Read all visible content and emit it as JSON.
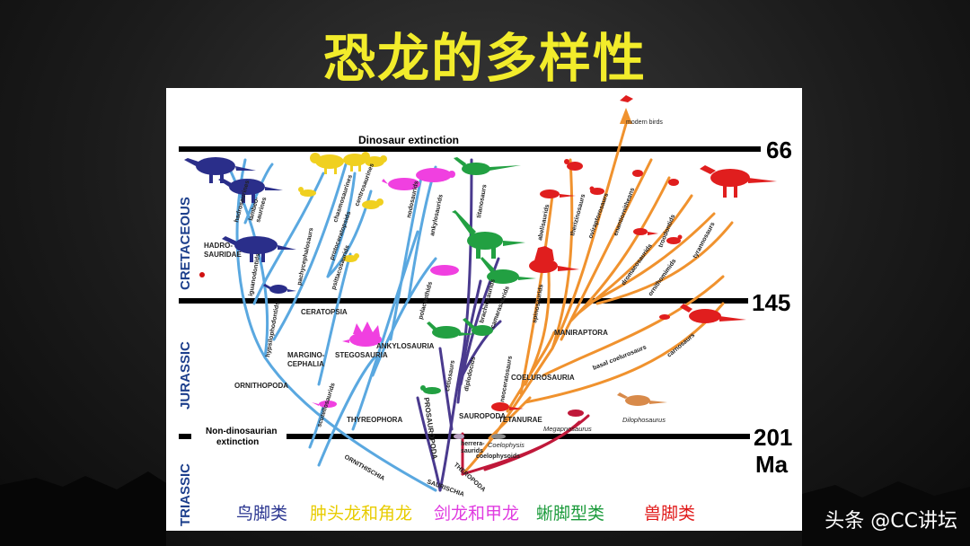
{
  "title": "恐龙的多样性",
  "periods": [
    "CRETACEOUS",
    "JURASSIC",
    "TRIASSIC"
  ],
  "time_marks": {
    "m66": "66",
    "m145": "145",
    "m201": "201",
    "unit": "Ma"
  },
  "events": {
    "extinction": "Dinosaur extinction",
    "non_dino_1": "Non-dinosaurian",
    "non_dino_2": "extinction",
    "modern_birds": "modern birds"
  },
  "groups": {
    "hadrosaurines": "hadrosaurines",
    "lambeo_1": "lambeo-",
    "lambeo_2": "saurines",
    "hadrosauridae_1": "HADRO-",
    "hadrosauridae_2": "SAURIDAE",
    "iguanodontids": "iguanodontids",
    "hypsilophodontids": "hypsilophodontids",
    "pachycephalosaurs": "pachycephalosaurs",
    "chasmosaurines": "chasmosaurines",
    "centrosaurines": "centrosaurines",
    "protoceratopsids": "protoceratopsids",
    "psittacosaurids": "psittacosaurids",
    "ceratopsia": "CERATOPSIA",
    "margino_1": "MARGINO-",
    "margino_2": "CEPHALIA",
    "ornithopoda": "ORNITHOPODA",
    "nodosaurids": "nodosaurids",
    "ankylosaurids": "ankylosaurids",
    "polacanthids": "polacanthids",
    "ankylosauria": "ANKYLOSAURIA",
    "stegosauria": "STEGOSAURIA",
    "scutellosaurids": "scutellosaurids",
    "thyreophora": "THYREOPHORA",
    "ornithischia": "ORNITHISCHIA",
    "titanosaurs": "titanosaurs",
    "brachiosaurids": "brachiosaurids",
    "camarasaurids": "camarasaurids",
    "cetiosaurs": "cetiosaurs",
    "diplodocids": "diplodocids",
    "sauropoda": "SAUROPODA",
    "prosauropoda": "PROSAUROPODA",
    "saurischia": "SAURISCHIA",
    "theropoda": "THEROPODA",
    "herrera_1": "herrera-",
    "herrera_2": "saurids",
    "coelophysis": "Coelophysis",
    "coelophysoids": "coelophysoids",
    "megapnosaurus": "Megapnosaurus",
    "dilophosaurus": "Dilophosaurus",
    "tetanurae": "TETANURAE",
    "neoceratosaurs": "neoceratosaurs",
    "abelisaurids": "abelisaurids",
    "spinosaurids": "spinosaurids",
    "coelurosauria": "COELUROSAURIA",
    "maniraptora": "MANIRAPTORA",
    "therizinosaurs": "therizinosaurs",
    "oviraptorosaurs": "oviraptorosaurs",
    "enantiornitheans": "enantiornitheans",
    "troodontids": "troodontids",
    "dromaeosaurids": "dromaeosaurids",
    "ornithomimids": "ornithomimids",
    "tyrannosaurs": "tyrannosaurs",
    "basal_coelurosaurs": "basal coelurosaurs",
    "carnosaurs": "carnosaurs"
  },
  "legend": [
    {
      "label": "鸟脚类",
      "color": "#2a3590"
    },
    {
      "label": "肿头龙和角龙",
      "color": "#e8cc00"
    },
    {
      "label": "剑龙和甲龙",
      "color": "#e03ce0"
    },
    {
      "label": "蜥脚型类",
      "color": "#1a9a3a"
    },
    {
      "label": "兽脚类",
      "color": "#e01818"
    }
  ],
  "colors": {
    "title": "#f2ec2b",
    "ornithischia_branch": "#5aa8e0",
    "sauropod_branch": "#4a3a8e",
    "theropod_branch": "#f0922e",
    "basal_theropod_branch": "#c0183a",
    "ornithopod_silhouette": "#2a2e8a",
    "ceratopsian_silhouette": "#f0d020",
    "thyreophoran_silhouette": "#f040e0",
    "sauropod_silhouette": "#22a042",
    "theropod_silhouette": "#e01e1e"
  },
  "watermark": "头条 @CC讲坛"
}
